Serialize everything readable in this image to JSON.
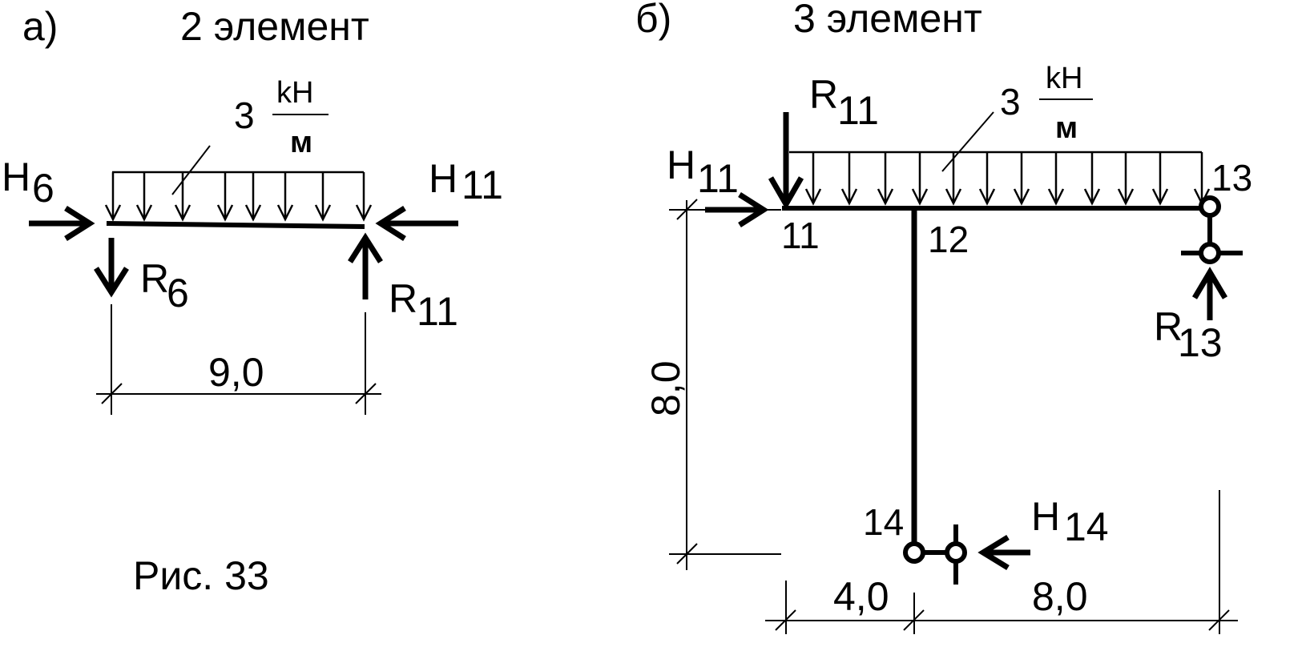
{
  "figure": {
    "caption": "Рис. 33"
  },
  "panel_a": {
    "letter": "а)",
    "title": "2 элемент",
    "load": {
      "value": "3",
      "unit_num": "kH",
      "unit_den": "м"
    },
    "forces": {
      "H6": {
        "main": "H",
        "sub": "6"
      },
      "H11": {
        "main": "H",
        "sub": "11"
      },
      "R6": {
        "main": "R",
        "sub": "6"
      },
      "R11": {
        "main": "R",
        "sub": "11"
      }
    },
    "dimension": "9,0"
  },
  "panel_b": {
    "letter": "б)",
    "title": "3 элемент",
    "load": {
      "value": "3",
      "unit_num": "kH",
      "unit_den": "м"
    },
    "forces": {
      "R11": {
        "main": "R",
        "sub": "11"
      },
      "H11": {
        "main": "H",
        "sub": "11"
      },
      "R13": {
        "main": "R",
        "sub": "13"
      },
      "H14": {
        "main": "H",
        "sub": "14"
      }
    },
    "nodes": {
      "n11": "11",
      "n12": "12",
      "n13": "13",
      "n14": "14"
    },
    "dimensions": {
      "height": "8,0",
      "left": "4,0",
      "right": "8,0"
    }
  }
}
